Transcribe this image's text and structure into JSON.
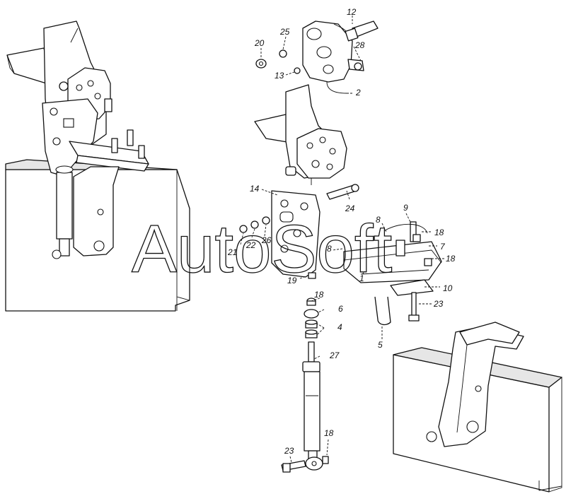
{
  "watermark": "AutoSoft",
  "callouts": {
    "c12": "12",
    "c20": "20",
    "c25": "25",
    "c28": "28",
    "c13": "13",
    "c2": "2",
    "c14": "14",
    "c24": "24",
    "c8a": "8",
    "c9": "9",
    "c18a": "18",
    "c7": "7",
    "c18b": "18",
    "c21": "21",
    "c22": "22",
    "c26": "26",
    "c8b": "8",
    "c1": "1",
    "c19": "19",
    "c10": "10",
    "c18c": "18",
    "c6": "6",
    "c23a": "23",
    "c4": "4",
    "c5": "5",
    "c27": "27",
    "c18d": "18",
    "c23b": "23"
  }
}
